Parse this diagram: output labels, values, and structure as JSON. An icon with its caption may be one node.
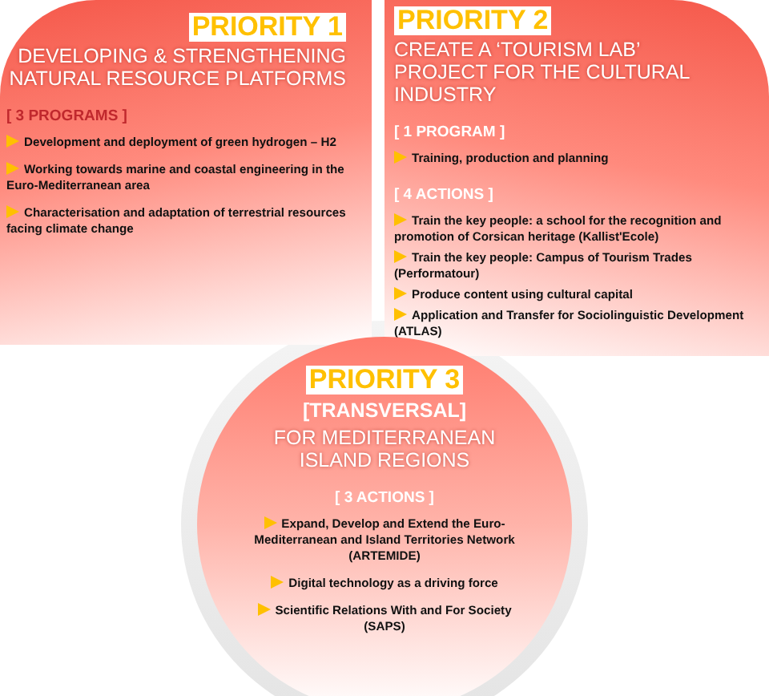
{
  "diagram": {
    "nodes": [
      {
        "text": [
          "PRIORITY 1",
          "DEVELOPING & STRENGTHENING NATURAL RESOURCE PLATFORMS",
          "[ 3 PROGRAMS ]",
          "Development and deployment of green hydrogen – H2",
          "Working towards marine and coastal engineering in the Euro-Mediterranean area",
          "Characterisation and adaptation of terrestrial resources facing climate change"
        ]
      },
      {
        "text": [
          "PRIORITY 2",
          "CREATE A ‘TOURISM LAB’ PROJECT FOR THE CULTURAL INDUSTRY",
          "[ 1 PROGRAM ]",
          "Training, production and planning",
          "[ 4 ACTIONS ]",
          "Train the key people: a school for the recognition and promotion of Corsican heritage (Kallist'Ecole)",
          "Train the key people: Campus of Tourism Trades (Performatour)",
          "Produce content using cultural capital",
          "Application and Transfer for Sociolinguistic Development (ATLAS)"
        ]
      },
      {
        "text": [
          "PRIORITY 3",
          "[TRANSVERSAL]",
          "FOR MEDITERRANEAN ISLAND REGIONS",
          "[ 3 ACTIONS ]",
          "Expand, Develop and Extend the Euro-Mediterranean and Island Territories Network (ARTEMIDE)",
          "Digital technology as a driving force",
          "Scientific Relations With and For Society (SAPS)"
        ]
      }
    ]
  }
}
